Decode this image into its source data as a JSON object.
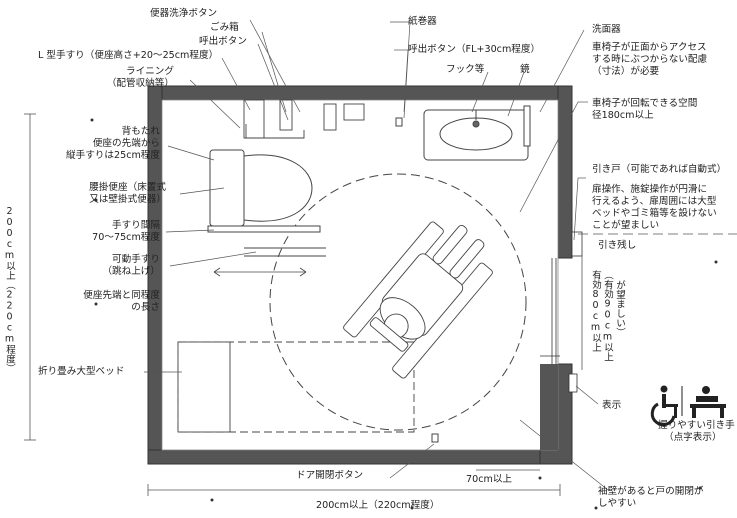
{
  "labels": {
    "benki_button": "便器洗浄ボタン",
    "gomibako": "ごみ箱",
    "yobidashi_left": "呼出ボタン",
    "l_tesuri": "L 型手すり（便座高さ+20～25cm程度）",
    "lining_1": "ライニング",
    "lining_2": "（配管収納等）",
    "semotare_1": "背もたれ",
    "semotare_2": "便座の先端から",
    "semotare_3": "縦手すりは25cm程度",
    "koshikake_1": "腰掛便座（床置式",
    "koshikake_2": "又は壁掛式便器）",
    "tesuri_kankaku_1": "手すり間隔",
    "tesuri_kankaku_2": "70～75cm程度",
    "kadou_1": "可動手すり",
    "kadou_2": "（跳ね上げ）",
    "senbata_1": "便座先端と同程度",
    "senbata_2": "の長さ",
    "oritatami": "折り畳み大型ベッド",
    "left_dim": "200cm以上（220cm程度）",
    "kamimaki": "紙巻器",
    "yobidashi_top": "呼出ボタン（FL+30cm程度）",
    "hook": "フック等",
    "kagami": "鏡",
    "senmenki": "洗面器",
    "senmenki_note_1": "車椅子が正面からアクセス",
    "senmenki_note_2": "する時にぶつからない配慮",
    "senmenki_note_3": "（寸法）が必要",
    "kaiten_1": "車椅子が回転できる空間",
    "kaiten_2": "径180cm以上",
    "hikido": "引き戸（可能であれば自動式）",
    "hikido_note_1": "扉操作、施錠操作が円滑に",
    "hikido_note_2": "行えるよう、扉周囲には大型",
    "hikido_note_3": "ベッドやゴミ箱等を設けない",
    "hikido_note_4": "ことが望ましい",
    "hikinokoshi": "引き残し",
    "yukou_1": "有効80cm以上",
    "yukou_2": "（有効90cm以上",
    "yukou_3": "が望ましい）",
    "hyouji": "表示",
    "nigiri_1": "握りやすい引き手",
    "nigiri_2": "（点字表示）",
    "door_button": "ドア開閉ボタン",
    "dim_70": "70cm以上",
    "bottom_dim": "200cm以上（220cm程度）",
    "sodekabe_1": "袖壁があると戸の開閉が",
    "sodekabe_2": "しやすい"
  },
  "icons": [
    "wheelchair-icon",
    "baby-changing-icon"
  ]
}
